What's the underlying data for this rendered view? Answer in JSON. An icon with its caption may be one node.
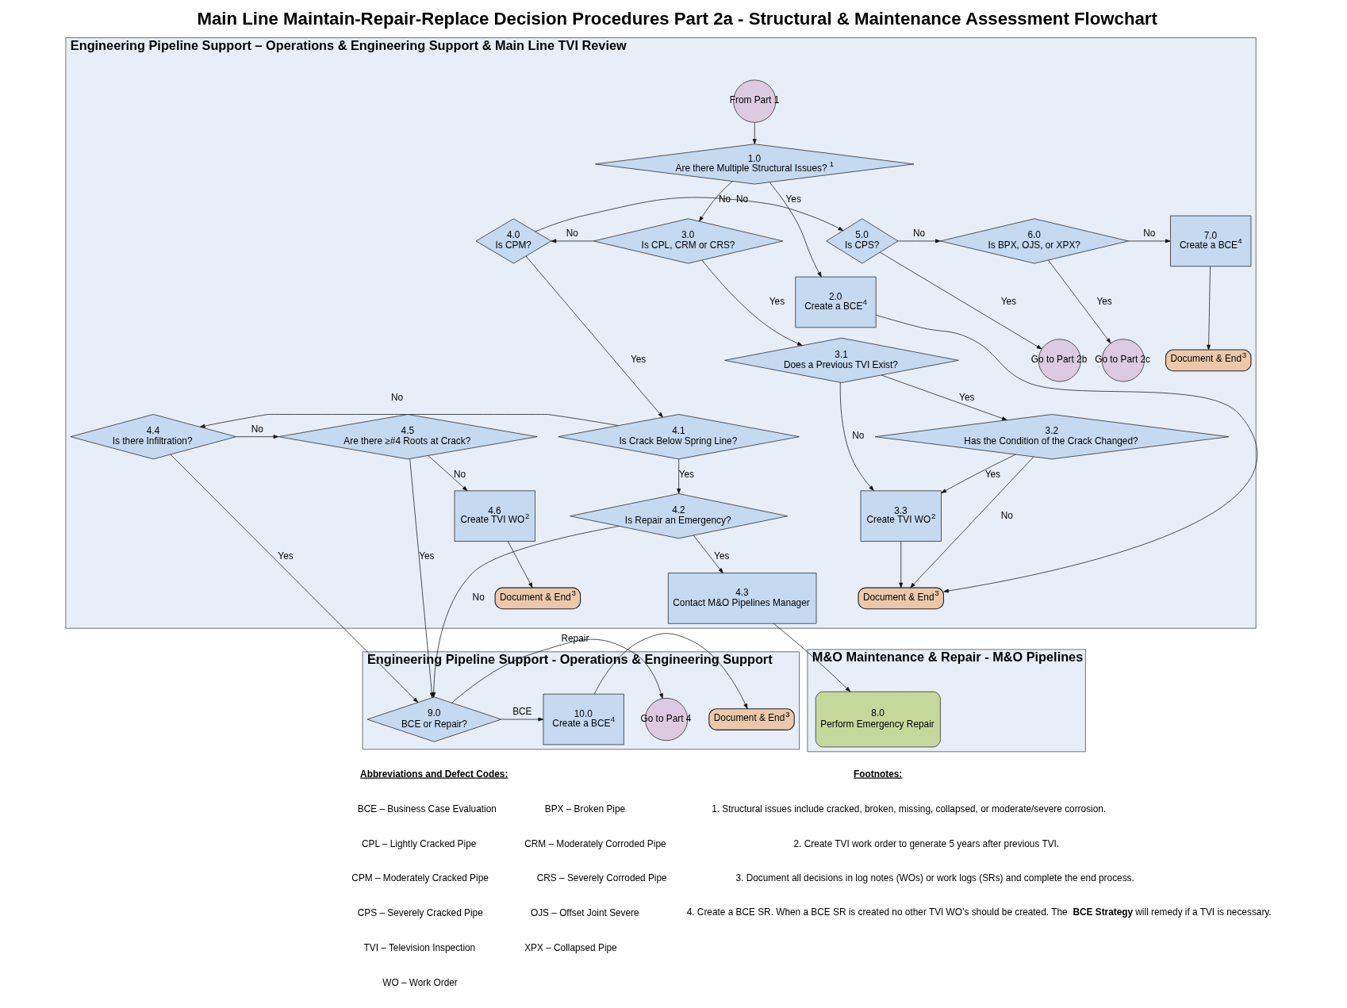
{
  "diagram": {
    "title": "Main Line Maintain-Repair-Replace Decision Procedures Part 2a - Structural & Maintenance Assessment Flowchart",
    "nodes": [
      {
        "text": [
          "Engineering Pipeline Support – Operations & Engineering Support & Main Line TVI Review"
        ]
      },
      {
        "text": [
          "From Part 1"
        ],
        "in": 0
      },
      {
        "text": [
          "1.0",
          "Are there Multiple Structural Issues?$^{1}$"
        ],
        "in": 0
      },
      {
        "text": [
          "2.0",
          "Create a BCE$^{4}$"
        ],
        "in": 0
      },
      {
        "text": [
          "3.0",
          "Is CPL, CRM or CRS?"
        ],
        "in": 0
      },
      {
        "text": [
          "3.1",
          "Does a Previous TVI Exist?"
        ],
        "in": 0
      },
      {
        "text": [
          "3.2",
          "Has the Condition of the Crack Changed?"
        ],
        "in": 0
      },
      {
        "text": [
          "3.3",
          "Create TVI WO$^{2}$"
        ],
        "in": 0
      },
      {
        "text": [
          "Document & End$^{3}$"
        ],
        "in": 0
      },
      {
        "text": [
          "4.0",
          "Is CPM?"
        ],
        "in": 0
      },
      {
        "text": [
          "4.1",
          "Is Crack Below Spring Line?"
        ],
        "in": 0
      },
      {
        "text": [
          "4.2",
          "Is Repair an Emergency?"
        ],
        "in": 0
      },
      {
        "text": [
          "4.3",
          "Contact M&O Pipelines Manager"
        ],
        "in": 0
      },
      {
        "text": [
          "4.4",
          "Is there Infiltration?"
        ],
        "in": 0
      },
      {
        "text": [
          "4.5",
          "Are there ≥#4 Roots at Crack?"
        ],
        "in": 0
      },
      {
        "text": [
          "4.6",
          "Create TVI WO$^{2}$"
        ],
        "in": 0
      },
      {
        "text": [
          "Document & End$^{3}$"
        ],
        "in": 0
      },
      {
        "text": [
          "5.0",
          "Is CPS?"
        ],
        "in": 0
      },
      {
        "text": [
          "Go to Part 2b"
        ],
        "in": 0
      },
      {
        "text": [
          "6.0",
          "Is BPX, OJS, or XPX?"
        ],
        "in": 0
      },
      {
        "text": [
          "Go to Part 2c"
        ],
        "in": 0
      },
      {
        "text": [
          "7.0",
          "Create a BCE$^{4}$"
        ],
        "in": 0
      },
      {
        "text": [
          "Document & End$^{3}$"
        ],
        "in": 0
      },
      {
        "text": [
          "M&O Maintenance & Repair - M&O Pipelines"
        ]
      },
      {
        "text": [
          "8.0",
          "Perform Emergency Repair"
        ],
        "in": 23
      },
      {
        "text": [
          "Engineering Pipeline Support - Operations & Engineering Support"
        ]
      },
      {
        "text": [
          "9.0",
          "BCE or Repair?"
        ],
        "in": 25
      },
      {
        "text": [
          "10.0",
          "Create a BCE$^{4}$"
        ],
        "in": 25
      },
      {
        "text": [
          "Document & End$^{3}$"
        ],
        "in": 25
      },
      {
        "text": [
          "Go to Part 4"
        ],
        "in": 25
      }
    ],
    "edges": [
      {
        "from": 1,
        "to": 2,
        "arrow": "to"
      },
      {
        "from": 2,
        "to": 4,
        "arrow": "to",
        "label": "No"
      },
      {
        "from": 2,
        "to": 3,
        "arrow": "to",
        "label": "Yes"
      },
      {
        "from": 4,
        "to": 9,
        "arrow": "to",
        "label": "No"
      },
      {
        "from": 4,
        "to": 5,
        "arrow": "to",
        "label": "Yes"
      },
      {
        "from": 5,
        "to": 7,
        "arrow": "to",
        "label": "No"
      },
      {
        "from": 5,
        "to": 6,
        "arrow": "to",
        "label": "Yes"
      },
      {
        "from": 6,
        "to": 7,
        "arrow": "to",
        "label": "Yes"
      },
      {
        "from": 6,
        "to": 8,
        "arrow": "to",
        "label": "No"
      },
      {
        "from": 3,
        "to": 8,
        "arrow": "to"
      },
      {
        "from": 7,
        "to": 8,
        "arrow": "to"
      },
      {
        "from": 9,
        "to": 17,
        "arrow": "to",
        "label": "No"
      },
      {
        "from": 9,
        "to": 10,
        "arrow": "to",
        "label": "Yes"
      },
      {
        "from": 17,
        "to": 19,
        "arrow": "to",
        "label": "No"
      },
      {
        "from": 17,
        "to": 18,
        "arrow": "to",
        "label": "Yes"
      },
      {
        "from": 19,
        "to": 21,
        "arrow": "to",
        "label": "No"
      },
      {
        "from": 19,
        "to": 20,
        "arrow": "to",
        "label": "Yes"
      },
      {
        "from": 21,
        "to": 22,
        "arrow": "to"
      },
      {
        "from": 10,
        "to": 13,
        "arrow": "to",
        "label": "No"
      },
      {
        "from": 10,
        "to": 11,
        "arrow": "to",
        "label": "Yes"
      },
      {
        "from": 13,
        "to": 14,
        "arrow": "to",
        "label": "No"
      },
      {
        "from": 14,
        "to": 15,
        "arrow": "to",
        "label": "No"
      },
      {
        "from": 15,
        "to": 16,
        "arrow": "to"
      },
      {
        "from": 11,
        "to": 26,
        "arrow": "to",
        "label": "No"
      },
      {
        "from": 13,
        "to": 26,
        "arrow": "to",
        "label": "Yes"
      },
      {
        "from": 14,
        "to": 26,
        "arrow": "to",
        "label": "Yes"
      },
      {
        "from": 11,
        "to": 12,
        "arrow": "to",
        "label": "Yes"
      },
      {
        "from": 12,
        "to": 24,
        "arrow": "to"
      },
      {
        "from": 26,
        "to": 27,
        "arrow": "to",
        "label": "BCE"
      },
      {
        "from": 26,
        "to": 29,
        "arrow": "to",
        "label": "Repair"
      },
      {
        "from": 27,
        "to": 28,
        "arrow": "to"
      }
    ],
    "labels": [
      "Abbreviations and Defect Codes:",
      "BCE – Business Case Evaluation",
      "BPX – Broken Pipe",
      "CPL – Lightly Cracked Pipe",
      "CRM – Moderately Corroded Pipe",
      "CPM – Moderately Cracked Pipe",
      "CRS – Severely Corroded Pipe",
      "CPS – Severely Cracked Pipe",
      "OJS – Offset Joint Severe",
      "TVI – Television Inspection",
      "XPX – Collapsed Pipe",
      "WO – Work Order",
      "Footnotes:",
      "1. Structural issues include cracked, broken, missing, collapsed, or moderate/severe corrosion.",
      "2. Create TVI work order to generate 5 years after previous TVI.",
      "3. Document all decisions in log notes (WOs) or work logs (SRs) and complete the end process.",
      "4. Create a BCE SR. When a BCE SR is created no other TVI WO’s should be created. The **BCE Strategy** will remedy if a TVI is necessary."
    ]
  }
}
